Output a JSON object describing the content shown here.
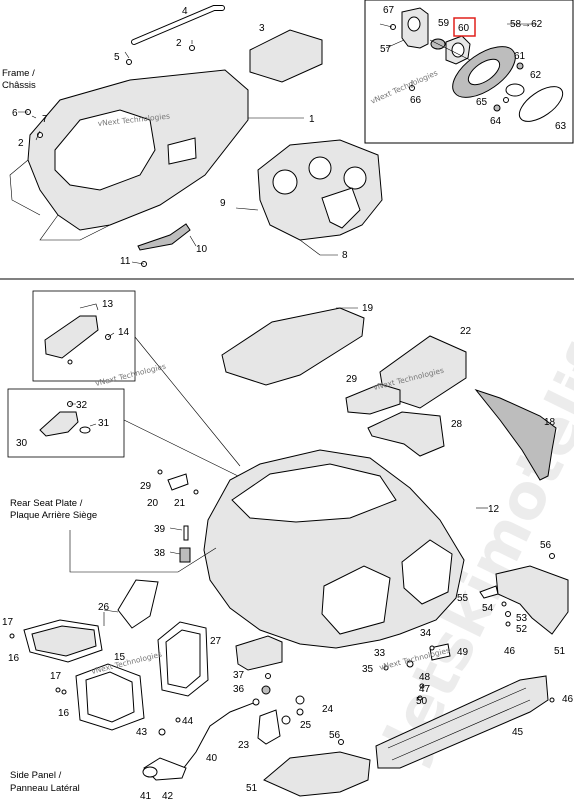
{
  "watermark": {
    "large_text": "Jetskimotelife",
    "small_text": "vNext Technologies"
  },
  "notes": {
    "frame_line1": "Frame /",
    "frame_line2": "Châssis",
    "rear_line1": "Rear Seat Plate /",
    "rear_line2": "Plaque Arrière Siège",
    "side_line1": "Side Panel /",
    "side_line2": "Panneau Latéral"
  },
  "inset": {
    "ref_arrow": "58→62",
    "highlight_number": "60",
    "highlight_color": "#e0201c"
  },
  "callouts": {
    "c1": "1",
    "c2": "2",
    "c2b": "2",
    "c3": "3",
    "c4": "4",
    "c5": "5",
    "c6": "6",
    "c7": "7",
    "c8": "8",
    "c9": "9",
    "c10": "10",
    "c11": "11",
    "c12": "12",
    "c13": "13",
    "c14": "14",
    "c15": "15",
    "c16": "16",
    "c16b": "16",
    "c17": "17",
    "c17b": "17",
    "c18": "18",
    "c19": "19",
    "c20": "20",
    "c21": "21",
    "c22": "22",
    "c23": "23",
    "c24": "24",
    "c25": "25",
    "c26": "26",
    "c27": "27",
    "c28": "28",
    "c29": "29",
    "c29b": "29",
    "c30": "30",
    "c31": "31",
    "c32": "32",
    "c33": "33",
    "c34": "34",
    "c35": "35",
    "c36": "36",
    "c37": "37",
    "c38": "38",
    "c39": "39",
    "c40": "40",
    "c41": "41",
    "c42": "42",
    "c43": "43",
    "c44": "44",
    "c45": "45",
    "c46": "46",
    "c46b": "46",
    "c47": "47",
    "c48": "48",
    "c49": "49",
    "c50": "50",
    "c51": "51",
    "c51b": "51",
    "c52": "52",
    "c53": "53",
    "c54": "54",
    "c55": "55",
    "c56": "56",
    "c56b": "56",
    "c57": "57",
    "c59": "59",
    "c61": "61",
    "c62": "62",
    "c63": "63",
    "c64": "64",
    "c65": "65",
    "c66": "66",
    "c67": "67"
  }
}
